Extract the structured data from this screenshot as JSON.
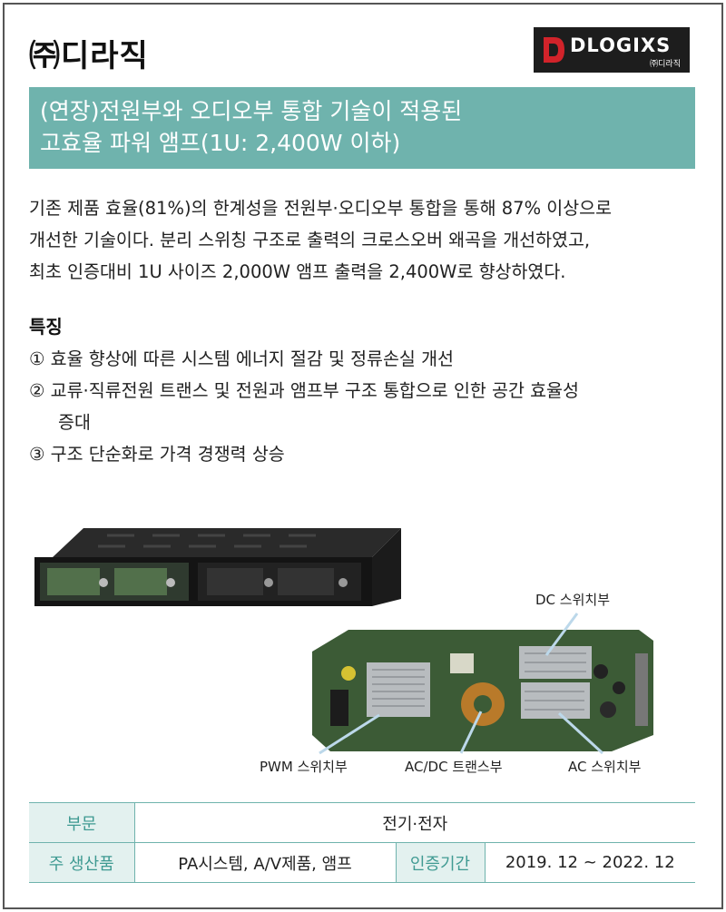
{
  "header": {
    "company": "㈜디라직",
    "logo": {
      "brand": "DLOGIXS",
      "sub": "㈜디라직"
    }
  },
  "title": {
    "line1": "(연장)전원부와 오디오부 통합 기술이 적용된",
    "line2": "고효율 파워 앰프(1U: 2,400W 이하)"
  },
  "description": [
    "기존 제품 효율(81%)의 한계성을 전원부·오디오부 통합을 통해 87% 이상으로",
    "개선한 기술이다. 분리 스위칭 구조로 출력의 크로스오버 왜곡을 개선하였고,",
    "최초 인증대비 1U 사이즈 2,000W 앰프 출력을 2,400W로 향상하였다."
  ],
  "features": {
    "heading": "특징",
    "item1": "① 효율 향상에 따른 시스템 에너지 절감 및 정류손실 개선",
    "item2": "② 교류·직류전원 트랜스 및 전원과 앰프부 구조 통합으로 인한 공간 효율성",
    "item2_cont": "증대",
    "item3": "③ 구조 단순화로 가격 경쟁력 상승"
  },
  "figure": {
    "labels": {
      "dc": "DC 스위치부",
      "pwm": "PWM 스위치부",
      "acdc": "AC/DC 트랜스부",
      "ac": "AC 스위치부"
    }
  },
  "info_table": {
    "dept_label": "부문",
    "dept_value": "전기·전자",
    "product_label": "주 생산품",
    "product_value": "PA시스템, A/V제품, 앰프",
    "cert_label": "인증기간",
    "cert_value": "2019. 12 ~ 2022. 12"
  },
  "colors": {
    "accent": "#6fb3ad",
    "table_label_bg": "#e3f1ef",
    "logo_red": "#d1232a"
  }
}
